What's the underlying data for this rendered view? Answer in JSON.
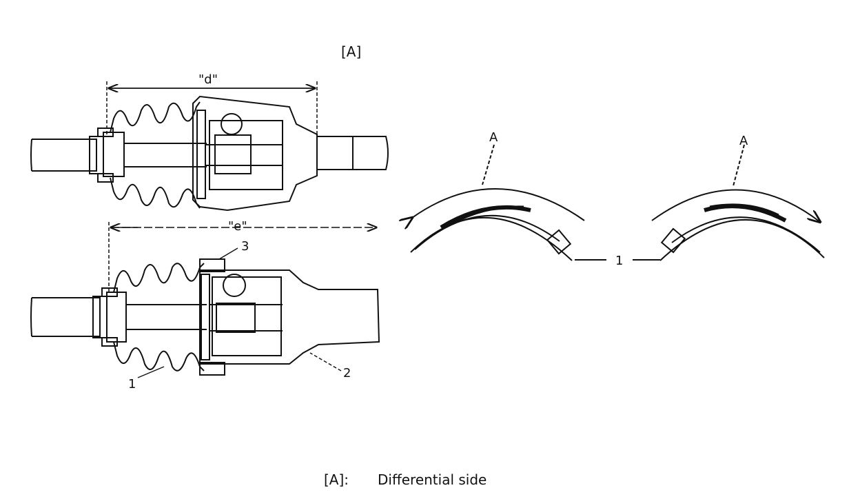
{
  "figure": {
    "top_label": "[A]",
    "dim_d": "\"d\"",
    "dim_e": "\"e\"",
    "callout_1": "1",
    "callout_2": "2",
    "callout_3": "3",
    "arrow_label_left": "A",
    "arrow_label_right": "A",
    "clamp_callout": "1"
  },
  "caption": {
    "key": "[A]:",
    "text": "Differential side"
  }
}
